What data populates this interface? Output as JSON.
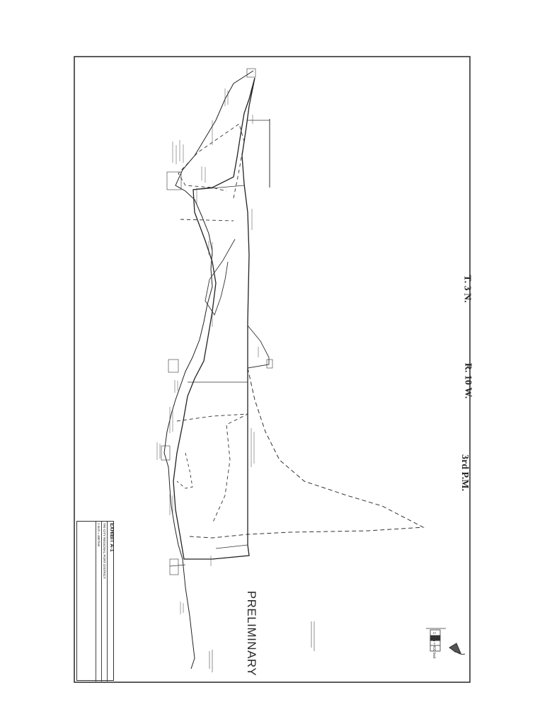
{
  "township": "T. 3 N.",
  "range": "R. 10 W.",
  "meridian": "3rd P.M.",
  "stamp": "PRELIMINARY",
  "exhibit": "EXHIBIT A-1",
  "district": "TRI-CITY REGIONAL PORT DISTRICT",
  "scale_note": "1 inch = 400 feet",
  "north_arrow_icon": "north-arrow-icon",
  "compass_icon": "compass-rose-icon",
  "ink_color": "#2a2a2a"
}
